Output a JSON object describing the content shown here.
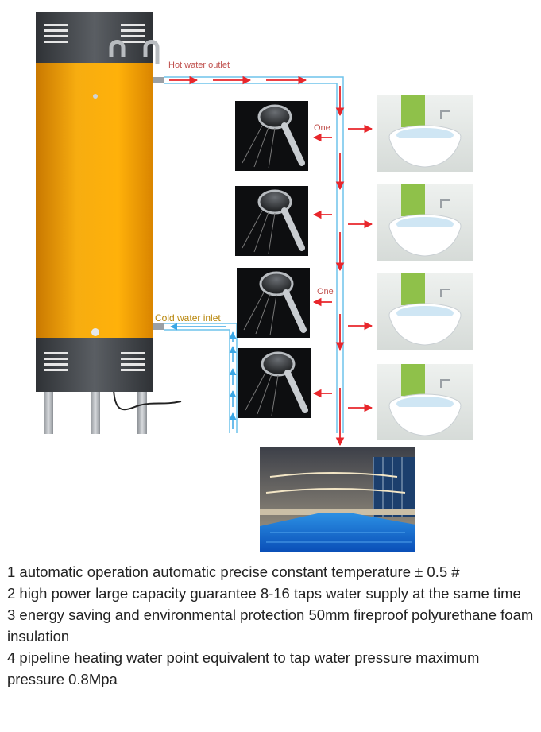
{
  "labels": {
    "hot_outlet": "Hot water outlet",
    "cold_inlet": "Cold water inlet",
    "branch_one_top": "One",
    "branch_one_mid": "One"
  },
  "features": [
    "1 automatic operation automatic precise constant temperature ± 0.5 #",
    "2 high power large capacity guarantee 8-16 taps water supply at the same time",
    "3 energy saving and environmental protection 50mm fireproof polyurethane foam insulation",
    "4 pipeline heating water point equivalent to tap water pressure maximum pressure 0.8Mpa"
  ],
  "colors": {
    "tank_body": "#f5a400",
    "tank_caps": "#4a4d52",
    "pipe": "#6ec3ec",
    "arrow_hot": "#e8262b",
    "arrow_cold": "#3aa7e5"
  }
}
